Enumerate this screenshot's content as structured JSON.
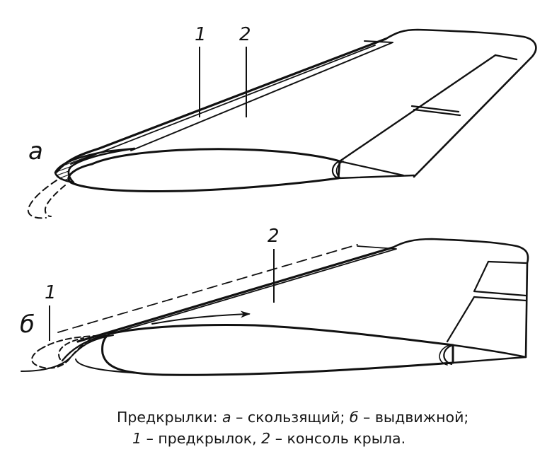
{
  "figure": {
    "panel_a": {
      "letter": "а",
      "callouts": [
        {
          "number": "1",
          "target": "предкрылок"
        },
        {
          "number": "2",
          "target": "консоль крыла"
        }
      ]
    },
    "panel_b": {
      "letter": "б",
      "callouts": [
        {
          "number": "1",
          "target": "предкрылок"
        },
        {
          "number": "2",
          "target": "консоль крыла"
        }
      ]
    },
    "line_color": "#111111",
    "background": "#ffffff"
  },
  "caption": {
    "line1": {
      "prefix": "Предкрылки: ",
      "a_letter": "а",
      "a_text": " – скользящий; ",
      "b_letter": "б",
      "b_text": " – выдвижной;"
    },
    "line2": {
      "n1": "1",
      "n1_text": " – предкрылок, ",
      "n2": "2",
      "n2_text": " – консоль крыла."
    }
  }
}
